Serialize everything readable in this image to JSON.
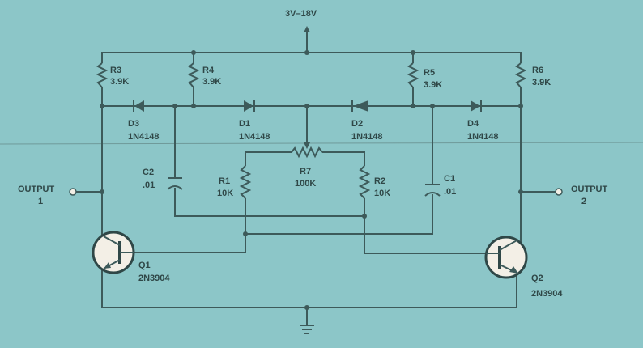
{
  "supply": "3V–18V",
  "resistors": [
    {
      "ref": "R3",
      "value": "3.9K"
    },
    {
      "ref": "R4",
      "value": "3.9K"
    },
    {
      "ref": "R5",
      "value": "3.9K"
    },
    {
      "ref": "R6",
      "value": "3.9K"
    },
    {
      "ref": "R1",
      "value": "10K"
    },
    {
      "ref": "R2",
      "value": "10K"
    },
    {
      "ref": "R7",
      "value": "100K"
    }
  ],
  "diodes": [
    {
      "ref": "D3",
      "part": "1N4148"
    },
    {
      "ref": "D1",
      "part": "1N4148"
    },
    {
      "ref": "D2",
      "part": "1N4148"
    },
    {
      "ref": "D4",
      "part": "1N4148"
    }
  ],
  "capacitors": [
    {
      "ref": "C2",
      "value": ".01"
    },
    {
      "ref": "C1",
      "value": ".01"
    }
  ],
  "transistors": [
    {
      "ref": "Q1",
      "part": "2N3904"
    },
    {
      "ref": "Q2",
      "part": "2N3904"
    }
  ],
  "outputs": [
    {
      "label": "OUTPUT",
      "num": "1"
    },
    {
      "label": "OUTPUT",
      "num": "2"
    }
  ],
  "colors": {
    "background": "#8cc6c8",
    "wire": "#3d5a5a",
    "transistor_fill": "#f3efe6"
  }
}
